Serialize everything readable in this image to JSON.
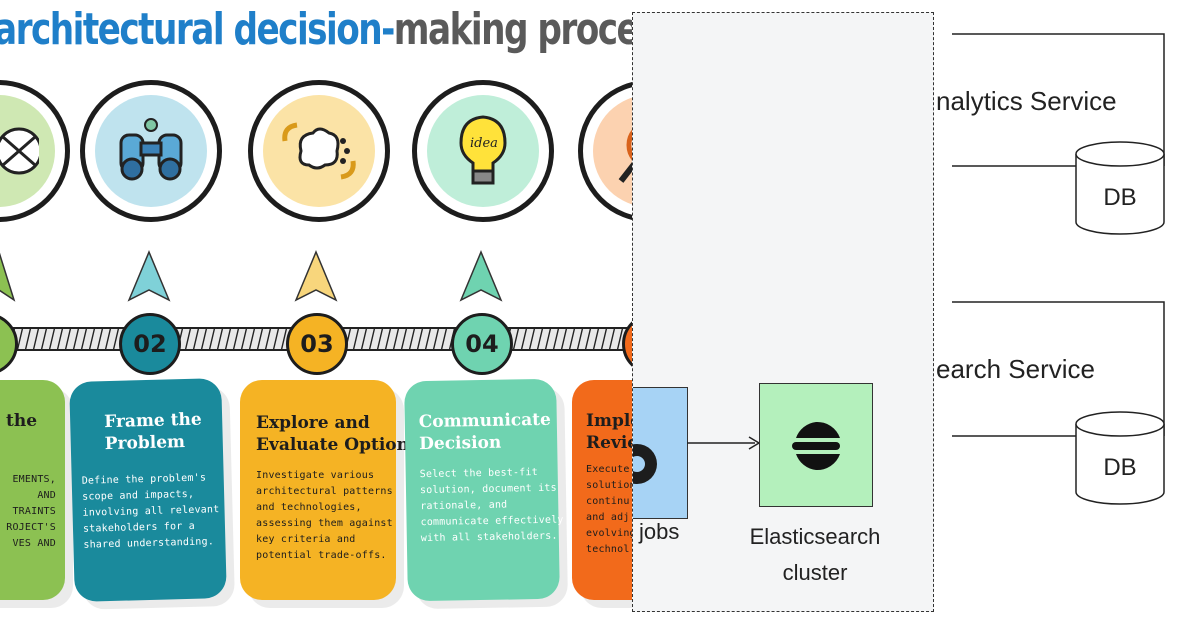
{
  "infographic": {
    "title_part1": "architectural decision-",
    "title_part2": "making proces",
    "steps": [
      {
        "number": "",
        "title": "the",
        "body": "EMENTS,\nAND\nTRAINTS\nROJECT'S\nVES AND",
        "color": "#8cc152"
      },
      {
        "number": "02",
        "title": "Frame the\nProblem",
        "body": "Define the problem's\nscope and impacts,\ninvolving all relevant\nstakeholders for a\nshared understanding.",
        "color": "#1a8a9c"
      },
      {
        "number": "03",
        "title": "Explore and\nEvaluate Options",
        "body": "Investigate various\narchitectural patterns\nand technologies,\nassessing them against\nkey criteria and\npotential trade-offs.",
        "color": "#f5b324"
      },
      {
        "number": "04",
        "title": "Communicate\nDecision",
        "body": "Select the best-fit\nsolution, document its\nrationale, and\ncommunicate effectively\nwith all stakeholders.",
        "color": "#6fd3b0"
      },
      {
        "number": "",
        "title": "Imple\nRevie",
        "body": "Execute\nsolution\ncontinu\nand adj\nevolving\ntechnol",
        "color": "#f26a1b"
      }
    ]
  },
  "pipeline": {
    "jobs_label": "jobs",
    "cluster_label_line1": "Elasticsearch",
    "cluster_label_line2": "cluster"
  },
  "services": {
    "analytics_label": "nalytics Service",
    "search_label": "earch Service",
    "db1_label": "DB",
    "db2_label": "DB"
  }
}
